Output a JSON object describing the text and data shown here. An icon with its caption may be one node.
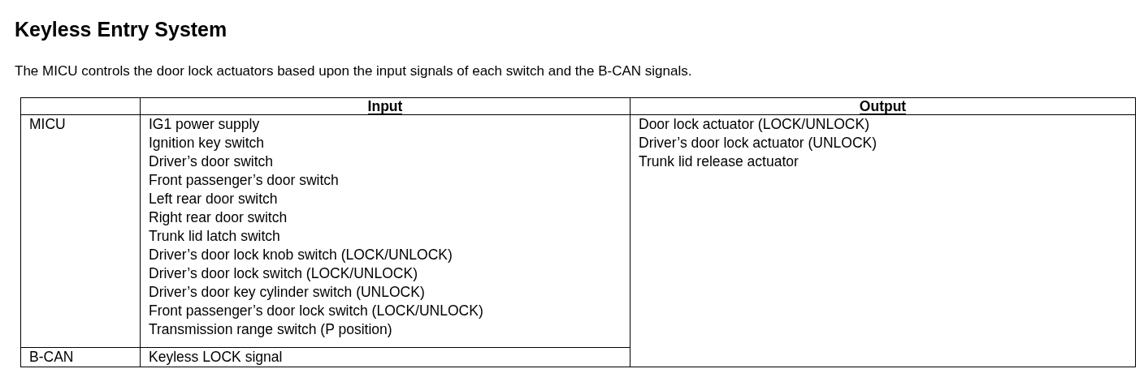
{
  "diagram": {
    "title": "Keyless Entry System",
    "labels": [
      "The MICU controls the door lock actuators based upon the input signals of each switch and the B-CAN signals.",
      "Input",
      "Output",
      "MICU",
      "IG1 power supply",
      "Ignition key switch",
      "Driver’s door switch",
      "Front passenger’s door switch",
      "Left rear door switch",
      "Right rear door switch",
      "Trunk lid latch switch",
      "Driver’s door lock knob switch (LOCK/UNLOCK)",
      "Driver’s door lock switch (LOCK/UNLOCK)",
      "Driver’s door key cylinder switch (UNLOCK)",
      "Front passenger’s door lock switch (LOCK/UNLOCK)",
      "Transmission range switch (P position)",
      "Door lock actuator (LOCK/UNLOCK)",
      "Driver’s door lock actuator (UNLOCK)",
      "Trunk lid release actuator",
      "B-CAN",
      "Keyless LOCK signal"
    ]
  }
}
